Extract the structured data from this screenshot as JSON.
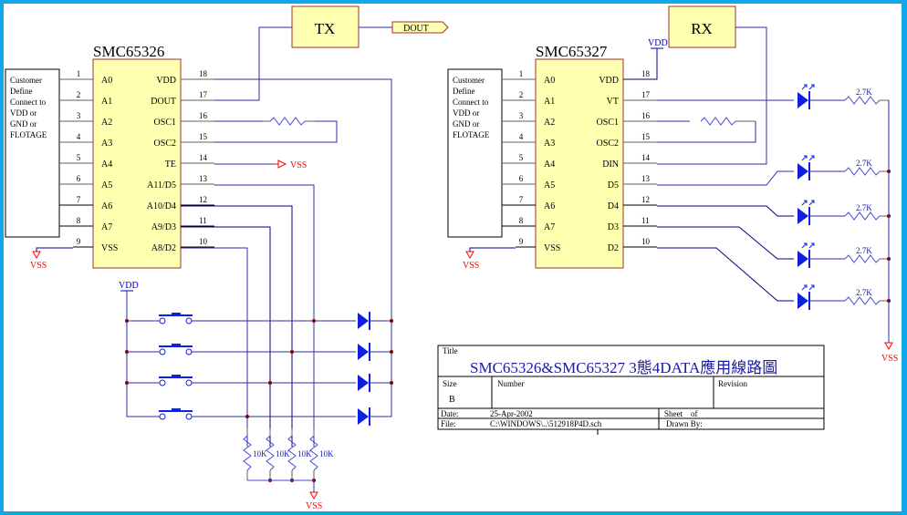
{
  "colors": {
    "frame": "#10a8e8",
    "wire": "#2b2bb0",
    "wire_dark": "#000080",
    "pin": "#606060",
    "chip_fill": "#ffffb0",
    "chip_border": "#a03030",
    "power_red": "#ff0000",
    "power_blue": "#0000cc",
    "component_blue": "#1020e0",
    "junction": "#800000"
  },
  "chip_left": {
    "name": "SMC65326",
    "left_pins": [
      {
        "num": "1",
        "label": "A0"
      },
      {
        "num": "2",
        "label": "A1"
      },
      {
        "num": "3",
        "label": "A2"
      },
      {
        "num": "4",
        "label": "A3"
      },
      {
        "num": "5",
        "label": "A4"
      },
      {
        "num": "6",
        "label": "A5"
      },
      {
        "num": "7",
        "label": "A6"
      },
      {
        "num": "8",
        "label": "A7"
      },
      {
        "num": "9",
        "label": "VSS"
      }
    ],
    "right_pins": [
      {
        "num": "18",
        "label": "VDD"
      },
      {
        "num": "17",
        "label": "DOUT"
      },
      {
        "num": "16",
        "label": "OSC1"
      },
      {
        "num": "15",
        "label": "OSC2"
      },
      {
        "num": "14",
        "label": "TE"
      },
      {
        "num": "13",
        "label": "A11/D5"
      },
      {
        "num": "12",
        "label": "A10/D4"
      },
      {
        "num": "11",
        "label": "A9/D3"
      },
      {
        "num": "10",
        "label": "A8/D2"
      }
    ]
  },
  "chip_right": {
    "name": "SMC65327",
    "left_pins": [
      {
        "num": "1",
        "label": "A0"
      },
      {
        "num": "2",
        "label": "A1"
      },
      {
        "num": "3",
        "label": "A2"
      },
      {
        "num": "4",
        "label": "A3"
      },
      {
        "num": "5",
        "label": "A4"
      },
      {
        "num": "6",
        "label": "A5"
      },
      {
        "num": "7",
        "label": "A6"
      },
      {
        "num": "8",
        "label": "A7"
      },
      {
        "num": "9",
        "label": "VSS"
      }
    ],
    "right_pins": [
      {
        "num": "18",
        "label": "VDD"
      },
      {
        "num": "17",
        "label": "VT"
      },
      {
        "num": "16",
        "label": "OSC1"
      },
      {
        "num": "15",
        "label": "OSC2"
      },
      {
        "num": "14",
        "label": "DIN"
      },
      {
        "num": "13",
        "label": "D5"
      },
      {
        "num": "12",
        "label": "D4"
      },
      {
        "num": "11",
        "label": "D3"
      },
      {
        "num": "10",
        "label": "D2"
      }
    ]
  },
  "customer_note": [
    "Customer",
    "Define",
    "Connect to",
    "VDD or",
    "GND or",
    "FLOTAGE"
  ],
  "tx_label": "TX",
  "rx_label": "RX",
  "dout_port": "DOUT",
  "power": {
    "vss": "VSS",
    "vdd": "VDD"
  },
  "resistor_values": {
    "pulldown": "10K",
    "led": "2.7K"
  },
  "title_block": {
    "title_label": "Title",
    "title": "SMC65326&SMC65327 3態4DATA應用線路圖",
    "size_label": "Size",
    "size": "B",
    "number_label": "Number",
    "number": "",
    "revision_label": "Revision",
    "revision": "",
    "date_label": "Date:",
    "date": "25-Apr-2002",
    "sheet_label": "Sheet    of",
    "file_label": "File:",
    "file": "C:\\WINDOWS\\..\\512918P4D.sch",
    "drawn_by_label": "Drawn By:"
  }
}
